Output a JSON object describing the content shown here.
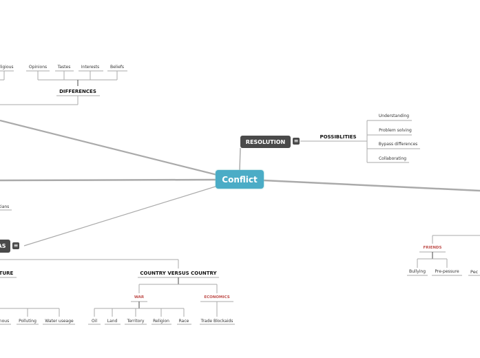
{
  "central": "Conflict",
  "resolution": {
    "label": "RESOLUTION",
    "menu_icon": "≡",
    "possibilities": {
      "label": "POSSIBLITIES",
      "items": [
        "Understanding",
        "Problem solving",
        "Bypass differences",
        "Collaborating"
      ]
    }
  },
  "differences": {
    "label": "DIFFERENCES",
    "items": [
      "eligious",
      "Opinions",
      "Tastes",
      "Interests",
      "Beliefs"
    ]
  },
  "partial_tians": "tians",
  "areas": {
    "label": "AS",
    "menu_icon": "≡",
    "nature": {
      "label": "TURE",
      "items": [
        "nous",
        "Polluting",
        "Water useage"
      ]
    },
    "country": {
      "label": "COUNTRY VERSUS COUNTRY",
      "war": {
        "label": "WAR",
        "items": [
          "Oil",
          "Land",
          "Territory",
          "Religion",
          "Race"
        ]
      },
      "economics": {
        "label": "ECONOMICS",
        "items": [
          "Trade Blockaids"
        ]
      }
    }
  },
  "friends": {
    "label": "FRIENDS",
    "items": [
      "Bullying",
      "Pre-pessure",
      "Pec"
    ]
  },
  "colors": {
    "central": "#4bacc6",
    "dark_node": "#4a4a4a",
    "red_label": "#c0504d"
  }
}
